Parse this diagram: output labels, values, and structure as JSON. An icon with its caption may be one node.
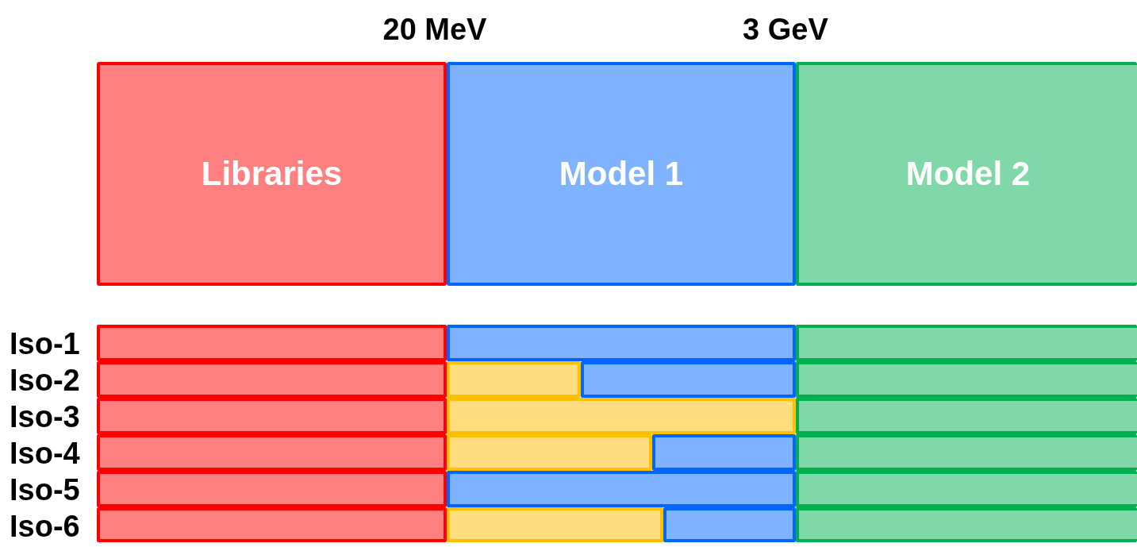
{
  "diagram": {
    "nodes": [
      {
        "text": [
          "Libraries"
        ]
      },
      {
        "text": [
          "Model 1"
        ]
      },
      {
        "text": [
          "Model 2"
        ]
      },
      {
        "text": [],
        "shape": "bar"
      },
      {
        "text": [],
        "shape": "bar"
      },
      {
        "text": [],
        "shape": "bar"
      },
      {
        "text": [],
        "shape": "bar"
      },
      {
        "text": [],
        "shape": "bar"
      },
      {
        "text": [],
        "shape": "bar"
      },
      {
        "text": [],
        "shape": "bar"
      },
      {
        "text": [],
        "shape": "bar"
      },
      {
        "text": [],
        "shape": "bar"
      },
      {
        "text": [],
        "shape": "bar"
      },
      {
        "text": [],
        "shape": "bar"
      },
      {
        "text": [],
        "shape": "bar"
      },
      {
        "text": [],
        "shape": "bar"
      },
      {
        "text": [],
        "shape": "bar"
      },
      {
        "text": [],
        "shape": "bar"
      },
      {
        "text": [],
        "shape": "bar"
      },
      {
        "text": [],
        "shape": "bar"
      },
      {
        "text": [],
        "shape": "bar"
      },
      {
        "text": [],
        "shape": "bar"
      },
      {
        "text": [],
        "shape": "bar"
      },
      {
        "text": [],
        "shape": "bar"
      }
    ],
    "labels": [
      "20 MeV",
      "3 GeV",
      "Iso-1",
      "Iso-2",
      "Iso-3",
      "Iso-4",
      "Iso-5",
      "Iso-6"
    ]
  }
}
